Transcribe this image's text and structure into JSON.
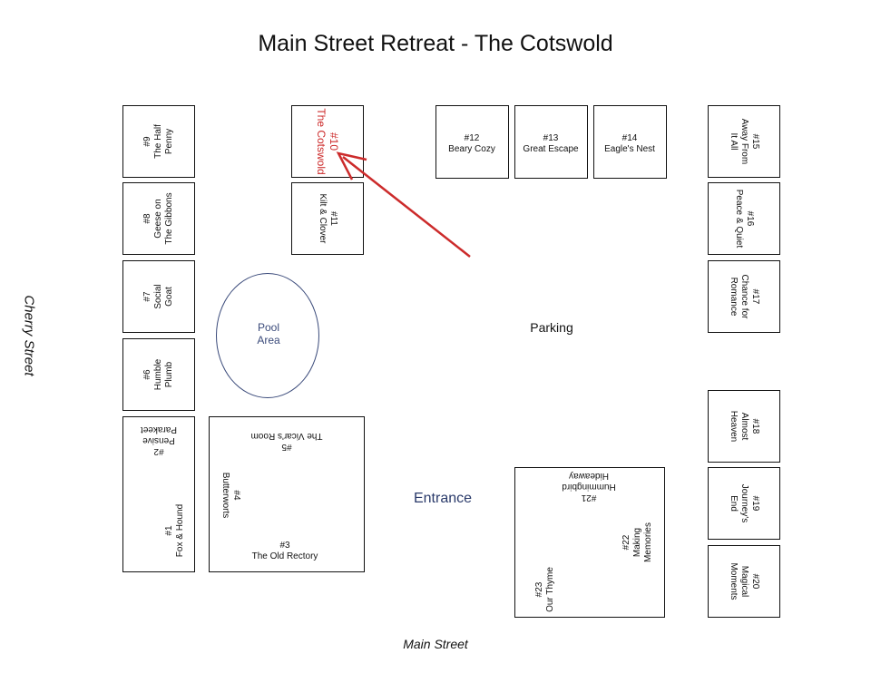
{
  "title": "Main Street Retreat - The Cotswold",
  "streets": {
    "west": "Cherry Street",
    "south": "Main Street"
  },
  "areas": {
    "pool_line1": "Pool",
    "pool_line2": "Area",
    "parking": "Parking",
    "entrance": "Entrance"
  },
  "units": {
    "u9": {
      "num": "#9",
      "name1": "The Half",
      "name2": "Penny"
    },
    "u8": {
      "num": "#8",
      "name1": "Geese on",
      "name2": "The Gibbons"
    },
    "u7": {
      "num": "#7",
      "name1": "Social",
      "name2": "Goat"
    },
    "u6": {
      "num": "#6",
      "name1": "Humble",
      "name2": "Plumb"
    },
    "u2": {
      "num": "#2",
      "name1": "Pensive",
      "name2": "Parakeet"
    },
    "u1": {
      "num": "#1",
      "name1": "Fox & Hound"
    },
    "u10": {
      "num": "#10",
      "name1": "The Cotswold"
    },
    "u11": {
      "num": "#11",
      "name1": "Kilt & Clover"
    },
    "u5": {
      "num": "#5",
      "name1": "The Vicar's Room"
    },
    "u4": {
      "num": "#4",
      "name1": "Butterworts"
    },
    "u3": {
      "num": "#3",
      "name1": "The Old Rectory"
    },
    "u12": {
      "num": "#12",
      "name1": "Beary Cozy"
    },
    "u13": {
      "num": "#13",
      "name1": "Great Escape"
    },
    "u14": {
      "num": "#14",
      "name1": "Eagle's Nest"
    },
    "u15": {
      "num": "#15",
      "name1": "Away From",
      "name2": "It All"
    },
    "u16": {
      "num": "#16",
      "name1": "Peace & Quiet"
    },
    "u17": {
      "num": "#17",
      "name1": "Chance for",
      "name2": "Romance"
    },
    "u18": {
      "num": "#18",
      "name1": "Almost",
      "name2": "Heaven"
    },
    "u19": {
      "num": "#19",
      "name1": "Journey's",
      "name2": "End"
    },
    "u20": {
      "num": "#20",
      "name1": "Magical",
      "name2": "Moments"
    },
    "u21": {
      "num": "#21",
      "name1": "Hummingbird",
      "name2": "Hideaway"
    },
    "u22": {
      "num": "#22",
      "name1": "Making",
      "name2": "Memories"
    },
    "u23": {
      "num": "#23",
      "name1": "Our Thyme"
    }
  },
  "colors": {
    "highlight": "#cc2b2b",
    "pool": "#3a4a7a",
    "entrance": "#2a3a6a"
  }
}
